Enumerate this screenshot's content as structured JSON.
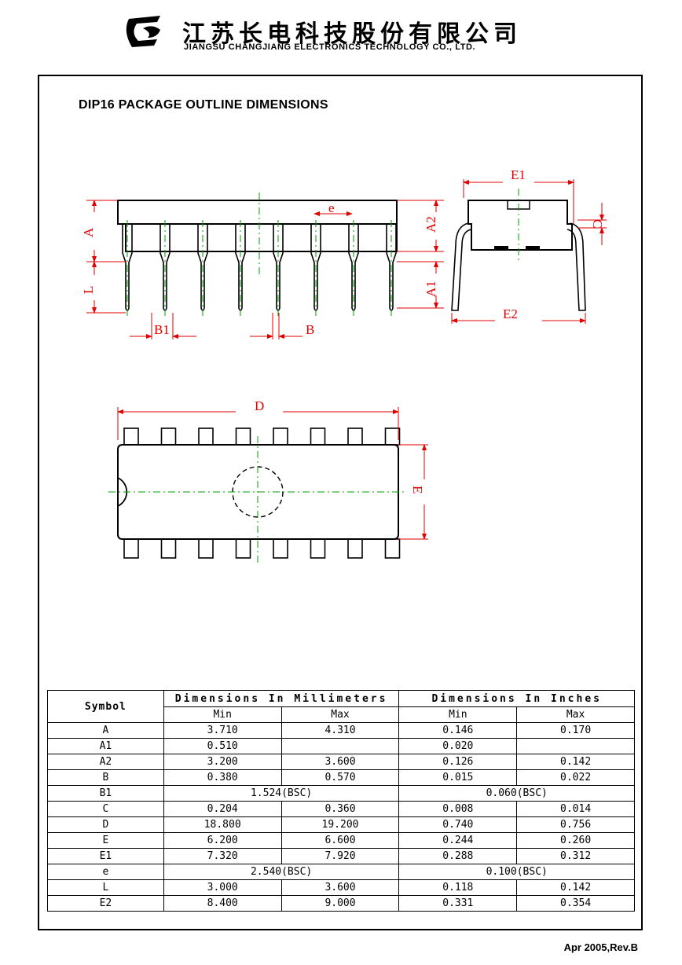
{
  "header": {
    "company_cn": "江苏长电科技股份有限公司",
    "company_en": "JIANGSU CHANGJIANG ELECTRONICS TECHNOLOGY CO., LTD."
  },
  "title": "DIP16  PACKAGE  OUTLINE  DIMENSIONS",
  "drawing_labels": {
    "A": "A",
    "L": "L",
    "B1": "B1",
    "B": "B",
    "e": "e",
    "A2": "A2",
    "A1": "A1",
    "E1": "E1",
    "E2": "E2",
    "C": "C",
    "D": "D",
    "E": "E"
  },
  "colors": {
    "dimension": "#e00000",
    "centerline": "#00a000",
    "outline": "#000000"
  },
  "table": {
    "symbol_header": "Symbol",
    "mm_header": "Dimensions In Millimeters",
    "in_header": "Dimensions In Inches",
    "min": "Min",
    "max": "Max",
    "rows": [
      {
        "sym": "A",
        "mm_min": "3.710",
        "mm_max": "4.310",
        "in_min": "0.146",
        "in_max": "0.170"
      },
      {
        "sym": "A1",
        "mm_min": "0.510",
        "mm_max": "",
        "in_min": "0.020",
        "in_max": ""
      },
      {
        "sym": "A2",
        "mm_min": "3.200",
        "mm_max": "3.600",
        "in_min": "0.126",
        "in_max": "0.142"
      },
      {
        "sym": "B",
        "mm_min": "0.380",
        "mm_max": "0.570",
        "in_min": "0.015",
        "in_max": "0.022"
      },
      {
        "sym": "B1",
        "mm_bsc": "1.524(BSC)",
        "in_bsc": "0.060(BSC)"
      },
      {
        "sym": "C",
        "mm_min": "0.204",
        "mm_max": "0.360",
        "in_min": "0.008",
        "in_max": "0.014"
      },
      {
        "sym": "D",
        "mm_min": "18.800",
        "mm_max": "19.200",
        "in_min": "0.740",
        "in_max": "0.756"
      },
      {
        "sym": "E",
        "mm_min": "6.200",
        "mm_max": "6.600",
        "in_min": "0.244",
        "in_max": "0.260"
      },
      {
        "sym": "E1",
        "mm_min": "7.320",
        "mm_max": "7.920",
        "in_min": "0.288",
        "in_max": "0.312"
      },
      {
        "sym": "e",
        "mm_bsc": "2.540(BSC)",
        "in_bsc": "0.100(BSC)"
      },
      {
        "sym": "L",
        "mm_min": "3.000",
        "mm_max": "3.600",
        "in_min": "0.118",
        "in_max": "0.142"
      },
      {
        "sym": "E2",
        "mm_min": "8.400",
        "mm_max": "9.000",
        "in_min": "0.331",
        "in_max": "0.354"
      }
    ]
  },
  "footer": "Apr 2005,Rev.B"
}
